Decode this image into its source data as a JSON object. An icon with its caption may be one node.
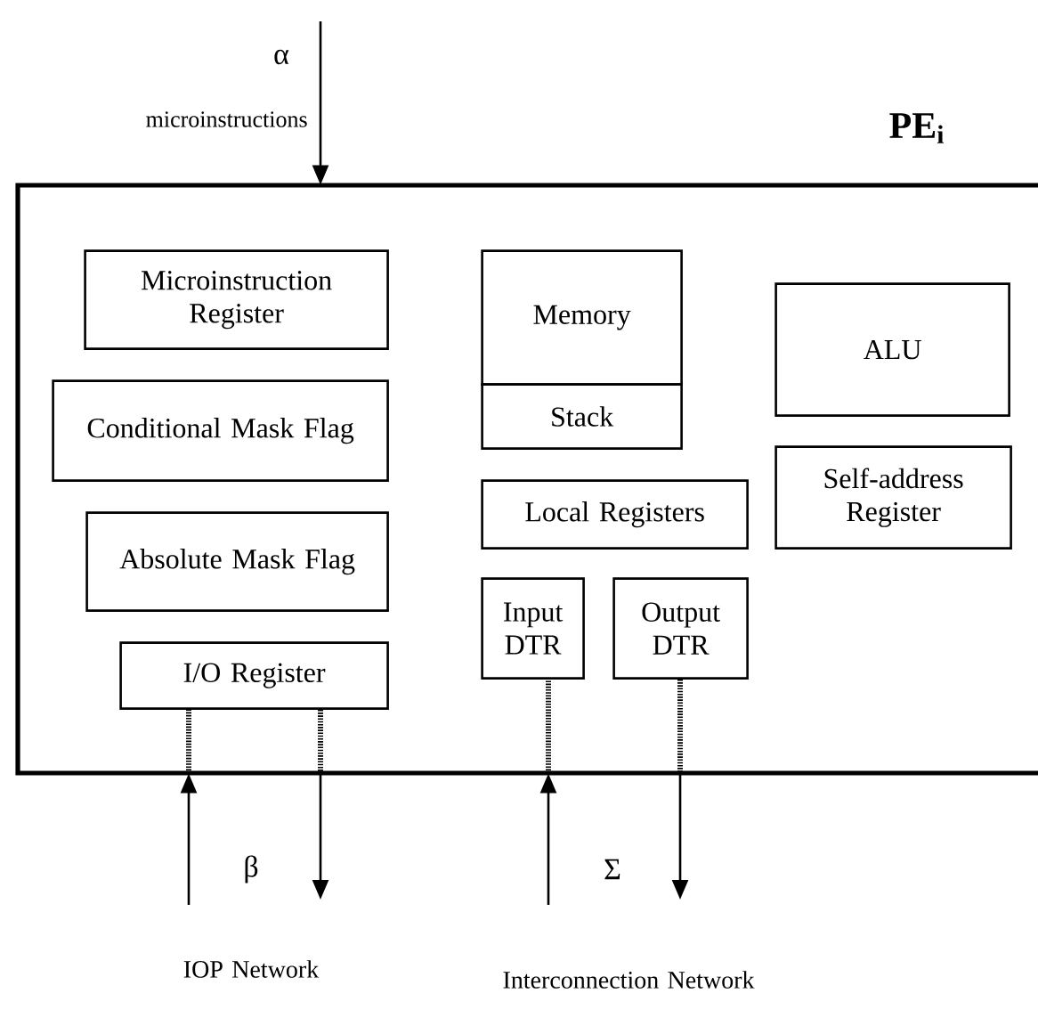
{
  "diagram": {
    "nodes": [
      {
        "text": [],
        "shape": "box"
      },
      {
        "text": [
          "Microinstruction Register"
        ],
        "in": 0
      },
      {
        "text": [
          "Conditional Mask Flag"
        ],
        "in": 0
      },
      {
        "text": [
          "Absolute Mask Flag"
        ],
        "in": 0
      },
      {
        "text": [
          "I/O Register"
        ],
        "in": 0
      },
      {
        "text": [
          "Memory"
        ],
        "in": 0
      },
      {
        "text": [
          "Stack"
        ],
        "in": 0
      },
      {
        "text": [
          "ALU"
        ],
        "in": 0
      },
      {
        "text": [
          "Local Registers"
        ],
        "in": 0
      },
      {
        "text": [
          "Self-address Register"
        ],
        "in": 0
      },
      {
        "text": [
          "Input DTR"
        ],
        "in": 0
      },
      {
        "text": [
          "Output DTR"
        ],
        "in": 0
      }
    ],
    "edges": [
      {
        "from": null,
        "to": 0,
        "arrow": "to",
        "label": "microinstructions"
      },
      {
        "from": null,
        "to": 0,
        "arrow": "to"
      },
      {
        "from": 0,
        "to": 4,
        "arrow": "none",
        "style": "dashed"
      },
      {
        "from": 4,
        "to": 0,
        "arrow": "none",
        "style": "dashed"
      },
      {
        "from": 0,
        "to": null,
        "arrow": "to"
      },
      {
        "from": null,
        "to": 0,
        "arrow": "to"
      },
      {
        "from": 0,
        "to": 10,
        "arrow": "none",
        "style": "dashed"
      },
      {
        "from": 11,
        "to": 0,
        "arrow": "none",
        "style": "dashed"
      },
      {
        "from": 0,
        "to": null,
        "arrow": "to"
      }
    ],
    "labels": [
      "α",
      "PE$_{i}$",
      "β",
      "Σ",
      "IOP Network",
      "Interconnection Network"
    ]
  }
}
